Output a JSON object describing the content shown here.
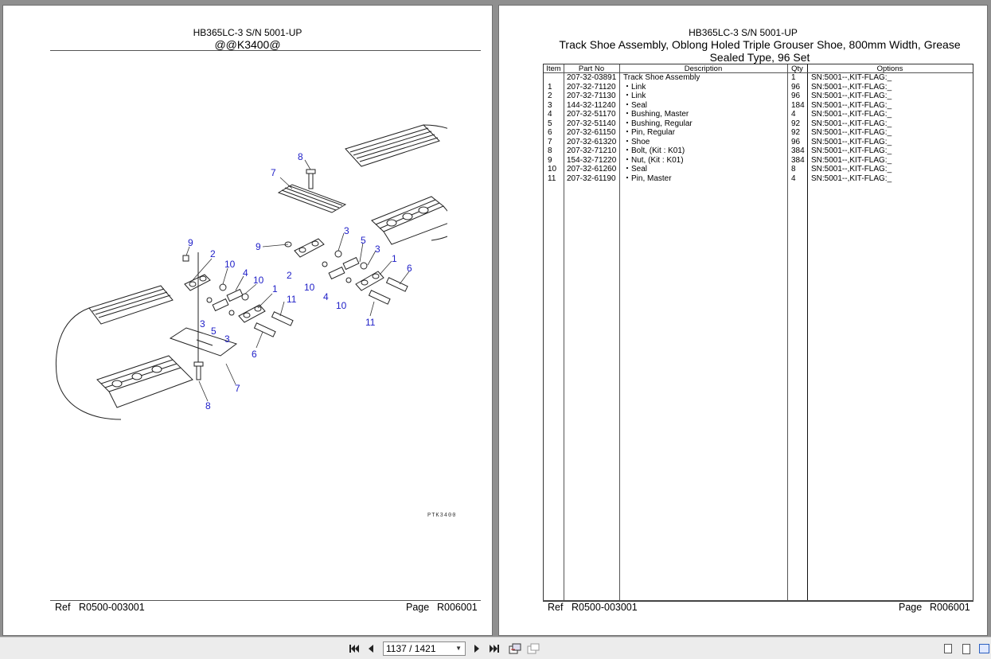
{
  "left_page": {
    "model": "HB365LC-3 S/N 5001-UP",
    "figure_code": "@@K3400@",
    "ptk_label": "PTK3400",
    "ref_label": "Ref",
    "ref_value": "R0500-003001",
    "page_label": "Page",
    "page_value": "R006001",
    "callouts": [
      "8",
      "7",
      "9",
      "2",
      "9",
      "10",
      "4",
      "10",
      "1",
      "3",
      "5",
      "3",
      "1",
      "6",
      "2",
      "10",
      "4",
      "10",
      "11",
      "3",
      "5",
      "3",
      "11",
      "6",
      "7",
      "8"
    ]
  },
  "right_page": {
    "model": "HB365LC-3 S/N 5001-UP",
    "title_line1": "Track Shoe Assembly, Oblong Holed Triple Grouser Shoe, 800mm Width, Grease",
    "title_line2": "Sealed Type, 96 Set",
    "headers": {
      "item": "Item",
      "part_no": "Part No",
      "description": "Description",
      "qty": "Qty",
      "options": "Options"
    },
    "rows": [
      {
        "item": "",
        "part_no": "207-32-03891",
        "description": "Track Shoe Assembly",
        "qty": "1",
        "options": "SN:5001--,KIT-FLAG:_"
      },
      {
        "item": "1",
        "part_no": "207-32-71120",
        "description": "・Link",
        "qty": "96",
        "options": "SN:5001--,KIT-FLAG:_"
      },
      {
        "item": "2",
        "part_no": "207-32-71130",
        "description": "・Link",
        "qty": "96",
        "options": "SN:5001--,KIT-FLAG:_"
      },
      {
        "item": "3",
        "part_no": "144-32-11240",
        "description": "・Seal",
        "qty": "184",
        "options": "SN:5001--,KIT-FLAG:_"
      },
      {
        "item": "4",
        "part_no": "207-32-51170",
        "description": "・Bushing, Master",
        "qty": "4",
        "options": "SN:5001--,KIT-FLAG:_"
      },
      {
        "item": "5",
        "part_no": "207-32-51140",
        "description": "・Bushing, Regular",
        "qty": "92",
        "options": "SN:5001--,KIT-FLAG:_"
      },
      {
        "item": "6",
        "part_no": "207-32-61150",
        "description": "・Pin, Regular",
        "qty": "92",
        "options": "SN:5001--,KIT-FLAG:_"
      },
      {
        "item": "7",
        "part_no": "207-32-61320",
        "description": "・Shoe",
        "qty": "96",
        "options": "SN:5001--,KIT-FLAG:_"
      },
      {
        "item": "8",
        "part_no": "207-32-71210",
        "description": "・Bolt, (Kit : K01)",
        "qty": "384",
        "options": "SN:5001--,KIT-FLAG:_"
      },
      {
        "item": "9",
        "part_no": "154-32-71220",
        "description": "・Nut, (Kit : K01)",
        "qty": "384",
        "options": "SN:5001--,KIT-FLAG:_"
      },
      {
        "item": "10",
        "part_no": "207-32-61260",
        "description": "・Seal",
        "qty": "8",
        "options": "SN:5001--,KIT-FLAG:_"
      },
      {
        "item": "11",
        "part_no": "207-32-61190",
        "description": "・Pin, Master",
        "qty": "4",
        "options": "SN:5001--,KIT-FLAG:_"
      }
    ],
    "ref_label": "Ref",
    "ref_value": "R0500-003001",
    "page_label": "Page",
    "page_value": "R006001"
  },
  "toolbar": {
    "page_indicator": "1137 / 1421",
    "first_icon": "first-page-icon",
    "prev_icon": "prev-page-icon",
    "next_icon": "next-page-icon",
    "last_icon": "last-page-icon"
  },
  "colors": {
    "callout": "#2020c8",
    "background": "#8f8f8f",
    "toolbar": "#ececec"
  }
}
